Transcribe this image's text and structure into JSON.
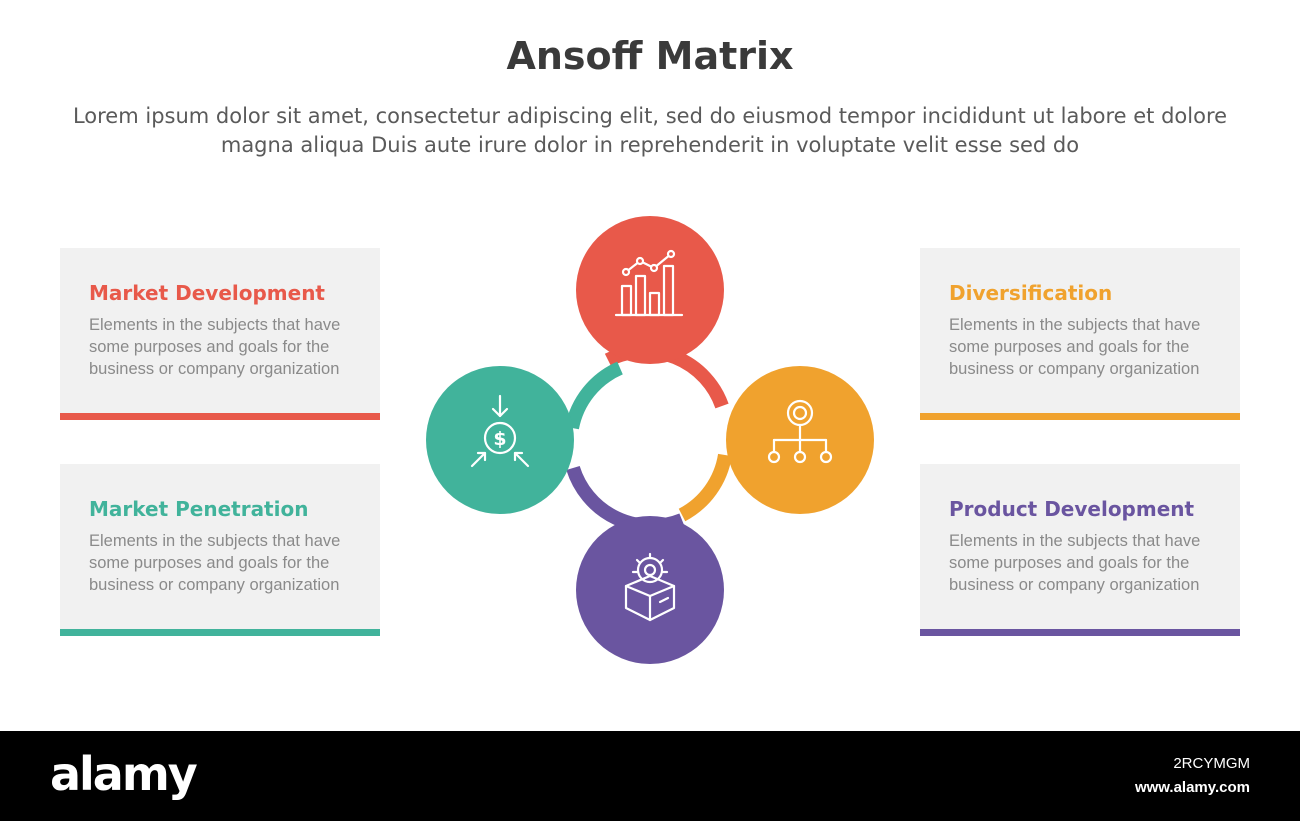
{
  "title": "Ansoff Matrix",
  "subtitle": "Lorem ipsum dolor sit amet, consectetur adipiscing elit, sed do eiusmod tempor incididunt ut labore et dolore magna aliqua Duis aute irure dolor in reprehenderit in voluptate velit esse sed do",
  "colors": {
    "red": "#e8594a",
    "orange": "#f0a22e",
    "teal": "#41b39b",
    "purple": "#6a55a0",
    "card_bg": "#f1f1f1"
  },
  "cards": {
    "market_development": {
      "heading": "Market Development",
      "body": "Elements in the subjects that have some purposes and goals for the business or company organization"
    },
    "market_penetration": {
      "heading": "Market Penetration",
      "body": "Elements in the subjects that have some purposes and goals for the business or company organization"
    },
    "diversification": {
      "heading": "Diversification",
      "body": "Elements in the subjects that have some purposes and goals for the business or company organization"
    },
    "product_development": {
      "heading": "Product Development",
      "body": "Elements in the subjects that have some purposes and goals for the business or company organization"
    }
  },
  "diagram": {
    "top_icon": "bar-chart-growth-icon",
    "left_icon": "money-inflow-icon",
    "right_icon": "hierarchy-icon",
    "bottom_icon": "product-box-gear-icon",
    "top_color": "red",
    "left_color": "teal",
    "right_color": "orange",
    "bottom_color": "purple"
  },
  "footer": {
    "logo": "alamy",
    "image_id": "2RCYMGM",
    "site": "www.alamy.com"
  }
}
